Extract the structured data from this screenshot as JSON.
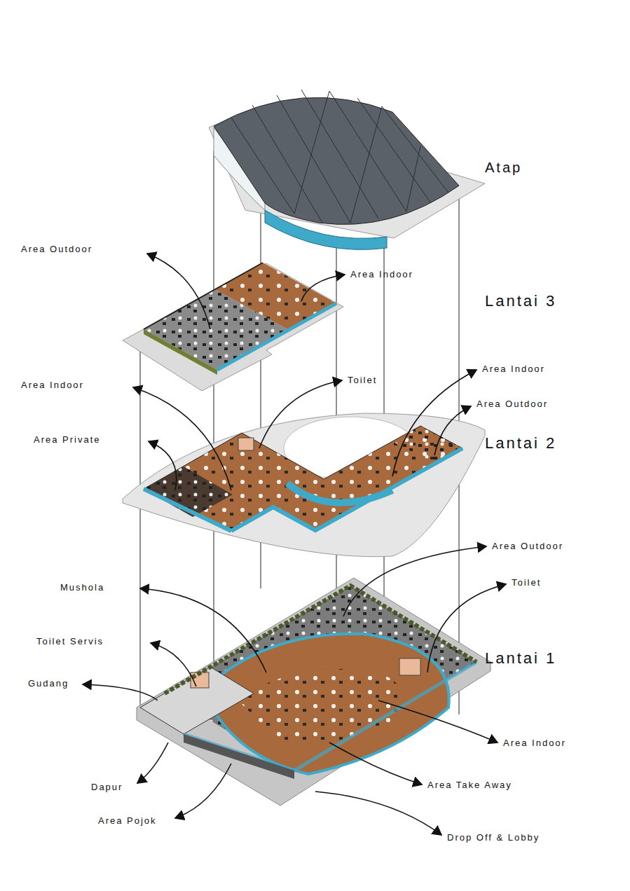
{
  "diagram": {
    "labels": [
      "Atap",
      "Area Outdoor",
      "Area Indoor",
      "Lantai 3",
      "Area Indoor",
      "Toilet",
      "Area Indoor",
      "Area Private",
      "Area Outdoor",
      "Lantai 2",
      "Area Outdoor",
      "Mushola",
      "Toilet",
      "Toilet Servis",
      "Lantai 1",
      "Gudang",
      "Area Indoor",
      "Dapur",
      "Area Take Away",
      "Area Pojok",
      "Drop Off & Lobby"
    ]
  }
}
